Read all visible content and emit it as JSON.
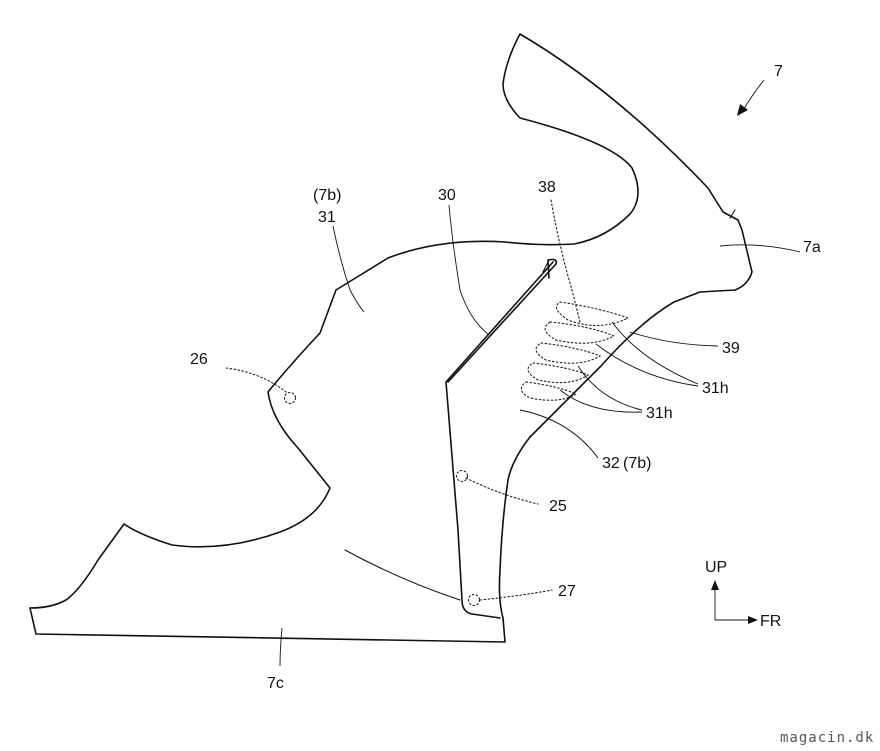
{
  "labels": {
    "ref_7": "7",
    "ref_7a": "7a",
    "ref_7b_paren": "(7b)",
    "ref_31": "31",
    "ref_30": "30",
    "ref_38": "38",
    "ref_26": "26",
    "ref_39": "39",
    "ref_31h_a": "31h",
    "ref_31h_b": "31h",
    "ref_32_7b": "32 (7b)",
    "ref_25": "25",
    "ref_27": "27",
    "ref_7c": "7c"
  },
  "direction": {
    "up": "UP",
    "fr": "FR"
  },
  "watermark": "magacin.dk"
}
